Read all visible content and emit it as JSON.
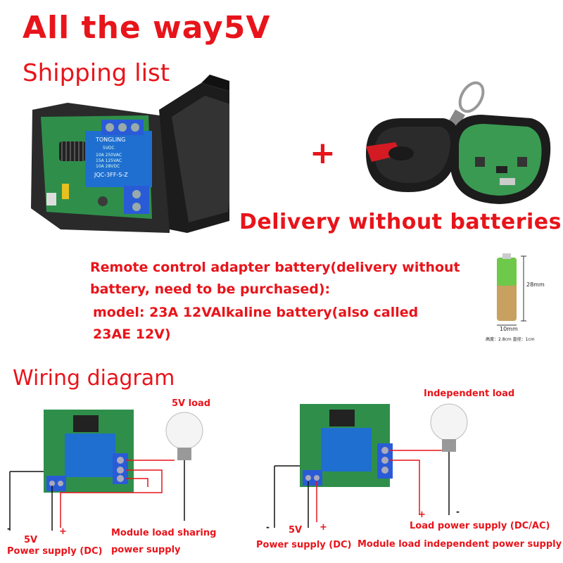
{
  "header": {
    "title": "All the way5V",
    "subtitle": "Shipping list"
  },
  "shipping": {
    "plus_sign": "+",
    "delivery_note": "Delivery without batteries",
    "relay_brand": "TONGLING",
    "relay_model": "JQC-3FF-S-Z",
    "relay_voltage": "5VDC",
    "relay_rating_1": "10A 250VAC",
    "relay_rating_2": "15A 125VAC",
    "relay_rating_3": "10A 28VDC"
  },
  "battery": {
    "description_line1": "Remote control adapter battery(delivery without",
    "description_line2": "battery, need to be purchased):",
    "model_line1": "model: 23A 12VAlkaline battery(also called",
    "model_line2": "23AE 12V)",
    "height_label": "28mm",
    "width_label": "10mm",
    "size_caption": "高度：2.8cm 直径：1cm"
  },
  "wiring": {
    "title": "Wiring diagram",
    "left": {
      "load_label": "5V load",
      "minus": "-",
      "plus": "+",
      "voltage": "5V",
      "power_supply": "Power supply (DC)",
      "mode_line1": "Module load sharing",
      "mode_line2": "power supply"
    },
    "right": {
      "load_label": "Independent load",
      "minus": "-",
      "plus": "+",
      "voltage": "5V",
      "power_supply": "Power supply (DC)",
      "load_plus": "+",
      "load_minus": "-",
      "load_supply": "Load power supply (DC/AC)",
      "mode": "Module load independent power supply"
    }
  },
  "colors": {
    "accent_red": "#e8141b",
    "relay_blue": "#1f6fd0",
    "pcb_green": "#2f8f4a",
    "terminal_blue": "#2a5bd7",
    "case_black": "#1c1c1c"
  }
}
